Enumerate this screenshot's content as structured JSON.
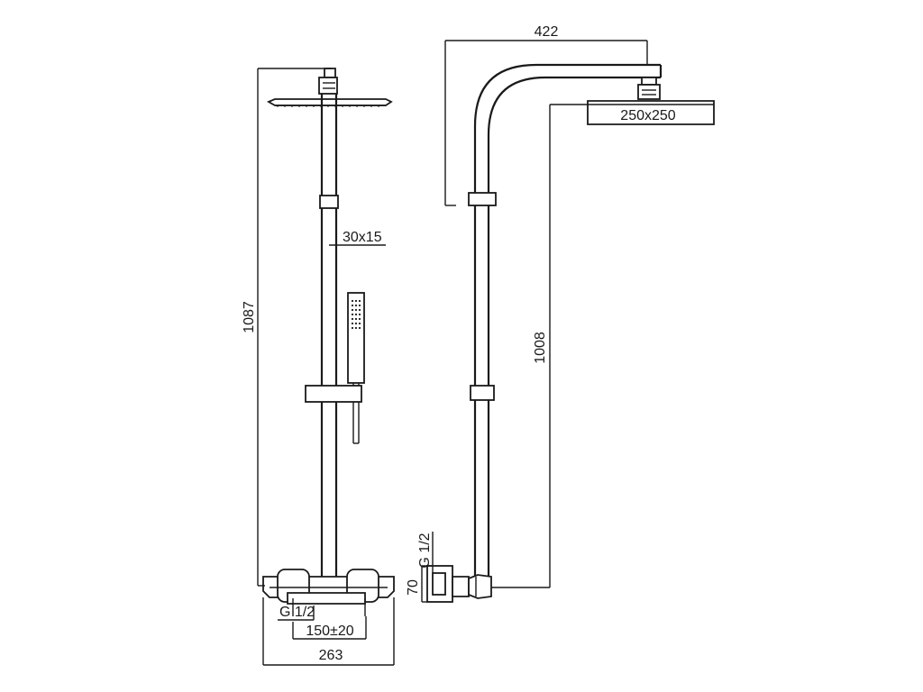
{
  "dimensions": {
    "front_total_height": "1087",
    "bar_section": "30x15",
    "front_inlet_thread": "G 1/2",
    "inlet_spacing": "150±20",
    "mixer_width": "263",
    "arm_reach": "422",
    "head_size": "250x250",
    "side_height": "1008",
    "side_inlet_thread": "G 1/2",
    "inlet_depth": "70"
  }
}
